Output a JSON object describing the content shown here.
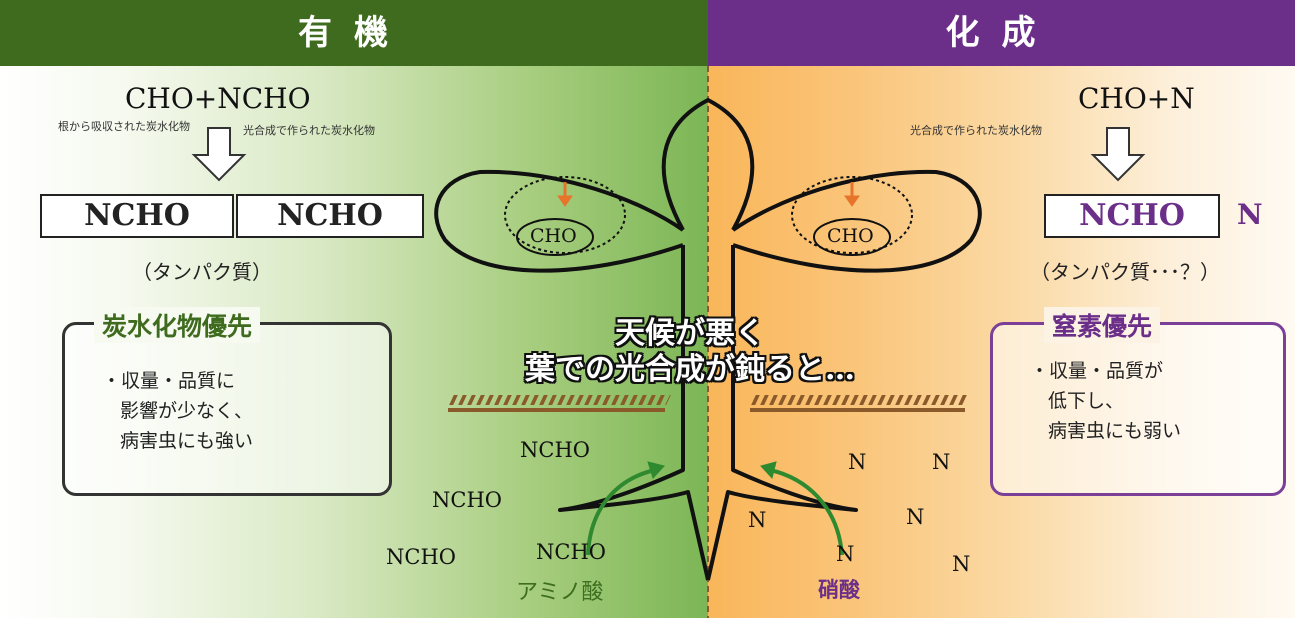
{
  "header": {
    "left_title": "有機",
    "right_title": "化成"
  },
  "left": {
    "formula": "CHO+NCHO",
    "note_roots": "根から吸収された炭水化物",
    "note_photo": "光合成で作られた炭水化物",
    "box1": "NCHO",
    "box2": "NCHO",
    "protein": "（タンパク質）",
    "panel_title": "炭水化物優先",
    "panel_lines": [
      "・収量・品質に",
      "影響が少なく、",
      "病害虫にも強い"
    ],
    "soil_labels": [
      "NCHO",
      "NCHO",
      "NCHO",
      "NCHO"
    ],
    "amino": "アミノ酸"
  },
  "right": {
    "formula": "CHO+N",
    "note_photo": "光合成で作られた炭水化物",
    "box1": "NCHO",
    "n_extra": "N",
    "protein": "（タンパク質･･･？）",
    "panel_title": "窒素優先",
    "panel_lines": [
      "・収量・品質が",
      "低下し、",
      "病害虫にも弱い"
    ],
    "soil_labels": [
      "N",
      "N",
      "N",
      "N",
      "N",
      "N"
    ],
    "nitrate": "硝酸"
  },
  "plant": {
    "leaf_left_label": "CHO",
    "leaf_right_label": "CHO"
  },
  "center": {
    "line1": "天候が悪く",
    "line2": "葉での光合成が鈍ると…"
  },
  "colors": {
    "organic_green": "#3e6b1e",
    "chemical_purple": "#6b2f8a",
    "arrow_orange": "#e8742c",
    "soil_brown": "#8a5a2b"
  }
}
